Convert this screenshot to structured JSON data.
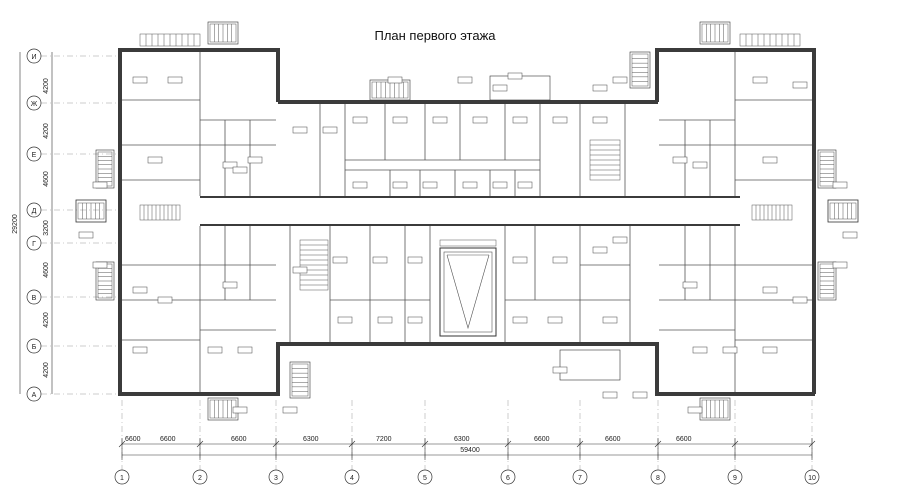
{
  "plan": {
    "title": "План первого этажа",
    "overall_dimension": "59400",
    "span_dimensions": [
      "6600",
      "6600",
      "6600",
      "6300",
      "7200",
      "6300",
      "6600",
      "6600",
      "6600"
    ],
    "column_axes": [
      "1",
      "2",
      "3",
      "4",
      "5",
      "6",
      "7",
      "8",
      "9",
      "10"
    ],
    "row_axes": [
      "И",
      "Ж",
      "Е",
      "Д",
      "Г",
      "В",
      "Б",
      "А"
    ],
    "row_dimensions": [
      "4200",
      "4200",
      "4600",
      "3200",
      "4600",
      "4200",
      "4200"
    ],
    "row_total_dimension": "29200"
  }
}
